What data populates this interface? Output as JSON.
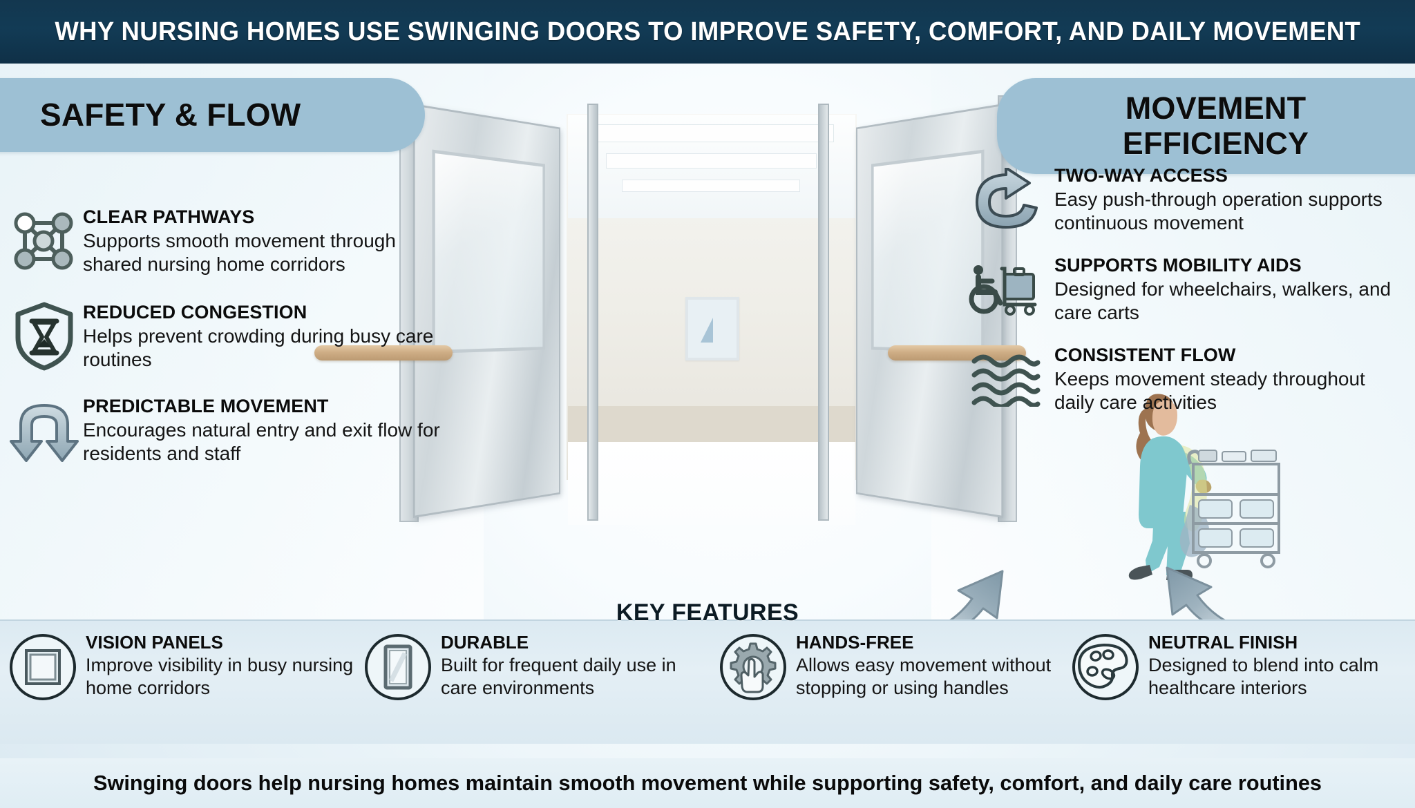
{
  "header": {
    "title": "WHY NURSING HOMES USE SWINGING DOORS TO IMPROVE SAFETY, COMFORT, AND DAILY MOVEMENT"
  },
  "left_panel": {
    "pill_label": "SAFETY & FLOW",
    "items": [
      {
        "icon": "network-nodes-icon",
        "title": "CLEAR PATHWAYS",
        "desc": "Supports smooth movement through shared nursing home corridors"
      },
      {
        "icon": "shield-hourglass-icon",
        "title": "REDUCED CONGESTION",
        "desc": "Helps prevent crowding during busy care routines"
      },
      {
        "icon": "u-turn-arrows-icon",
        "title": "PREDICTABLE MOVEMENT",
        "desc": "Encourages natural entry and exit flow for residents and staff"
      }
    ]
  },
  "right_panel": {
    "pill_label_line1": "MOVEMENT",
    "pill_label_line2": "EFFICIENCY",
    "items": [
      {
        "icon": "circular-refresh-arrow-icon",
        "title": "TWO-WAY ACCESS",
        "desc": "Easy push-through operation supports continuous movement"
      },
      {
        "icon": "wheelchair-cart-icon",
        "title": "SUPPORTS MOBILITY AIDS",
        "desc": "Designed for wheelchairs, walkers, and care carts"
      },
      {
        "icon": "wavy-lines-icon",
        "title": "CONSISTENT FLOW",
        "desc": "Keeps movement steady throughout daily care activities"
      }
    ]
  },
  "key_features": {
    "section_title": "KEY FEATURES",
    "items": [
      {
        "icon": "vision-panel-square-icon",
        "title": "VISION PANELS",
        "desc": "Improve visibility in busy nursing home corridors"
      },
      {
        "icon": "door-panel-icon",
        "title": "DURABLE",
        "desc": "Built for frequent daily use in care environments"
      },
      {
        "icon": "gear-hand-tap-icon",
        "title": "HANDS-FREE",
        "desc": "Allows easy movement without stopping or using handles"
      },
      {
        "icon": "paint-palette-icon",
        "title": "NEUTRAL FINISH",
        "desc": "Designed to blend into calm healthcare interiors"
      }
    ]
  },
  "footer": {
    "text": "Swinging doors help nursing homes maintain smooth movement while supporting safety, comfort, and daily care routines"
  },
  "illustration": {
    "alt": "double swinging hospital doors with nurse pushing a linen cart"
  },
  "colors": {
    "header_bg": "#13374f",
    "pill_bg": "#9dc0d4",
    "band_bg": "#dceaf2",
    "icon_dark": "#3a4a4a",
    "icon_steel": "#8fa6b3",
    "handrail": "#cfae86",
    "scrubs": "#7fc8ce"
  }
}
